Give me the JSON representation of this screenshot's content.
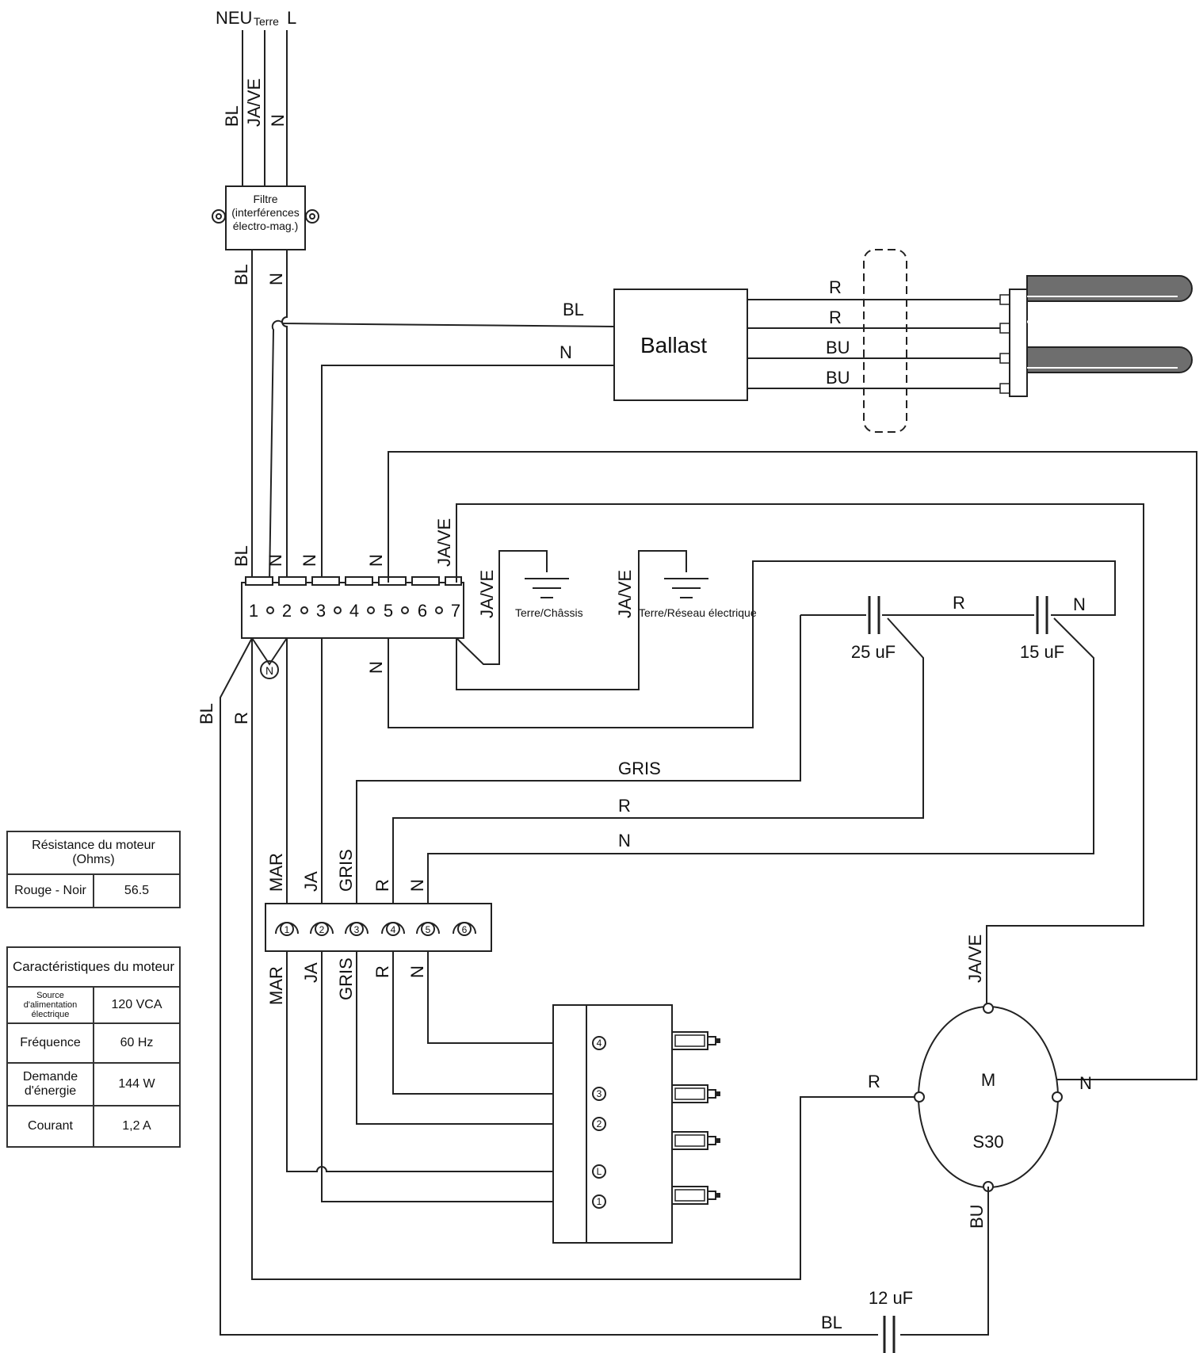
{
  "mains": {
    "neutral": "NEU",
    "ground": "Terre",
    "line": "L"
  },
  "filter": {
    "line1": "Filtre",
    "line2": "(interférences",
    "line3": "électro-mag.)"
  },
  "ballast": {
    "label": "Ballast"
  },
  "wire_labels": {
    "bl": "BL",
    "n": "N",
    "javc": "JA/VE",
    "r": "R",
    "bu": "BU",
    "gris": "GRIS",
    "mar": "MAR",
    "ja": "JA"
  },
  "terminal_block": {
    "numbers": [
      "1",
      "2",
      "3",
      "4",
      "5",
      "6",
      "7"
    ],
    "neutral_symbol": "N"
  },
  "grounds": {
    "chassis": "Terre/Châssis",
    "network": "Terre/Réseau électrique"
  },
  "capacitors": {
    "c1": "25 uF",
    "c2": "15 uF",
    "c3": "12 uF"
  },
  "connector": {
    "pins": [
      "1",
      "2",
      "3",
      "4",
      "5",
      "6"
    ]
  },
  "switch": {
    "pins": [
      "4",
      "3",
      "2",
      "L",
      "1"
    ]
  },
  "motor": {
    "symbol": "M",
    "model": "S30"
  },
  "resistance_table": {
    "title": "Résistance du moteur (Ohms)",
    "rows": [
      {
        "label": "Rouge - Noir",
        "value": "56.5"
      }
    ]
  },
  "specs_table": {
    "title": "Caractéristiques du moteur",
    "rows": [
      {
        "label": "Source d'alimentation électrique",
        "value": "120 VCA"
      },
      {
        "label": "Fréquence",
        "value": "60 Hz"
      },
      {
        "label": "Demande d'énergie",
        "value": "144 W"
      },
      {
        "label": "Courant",
        "value": "1,2 A"
      }
    ]
  }
}
